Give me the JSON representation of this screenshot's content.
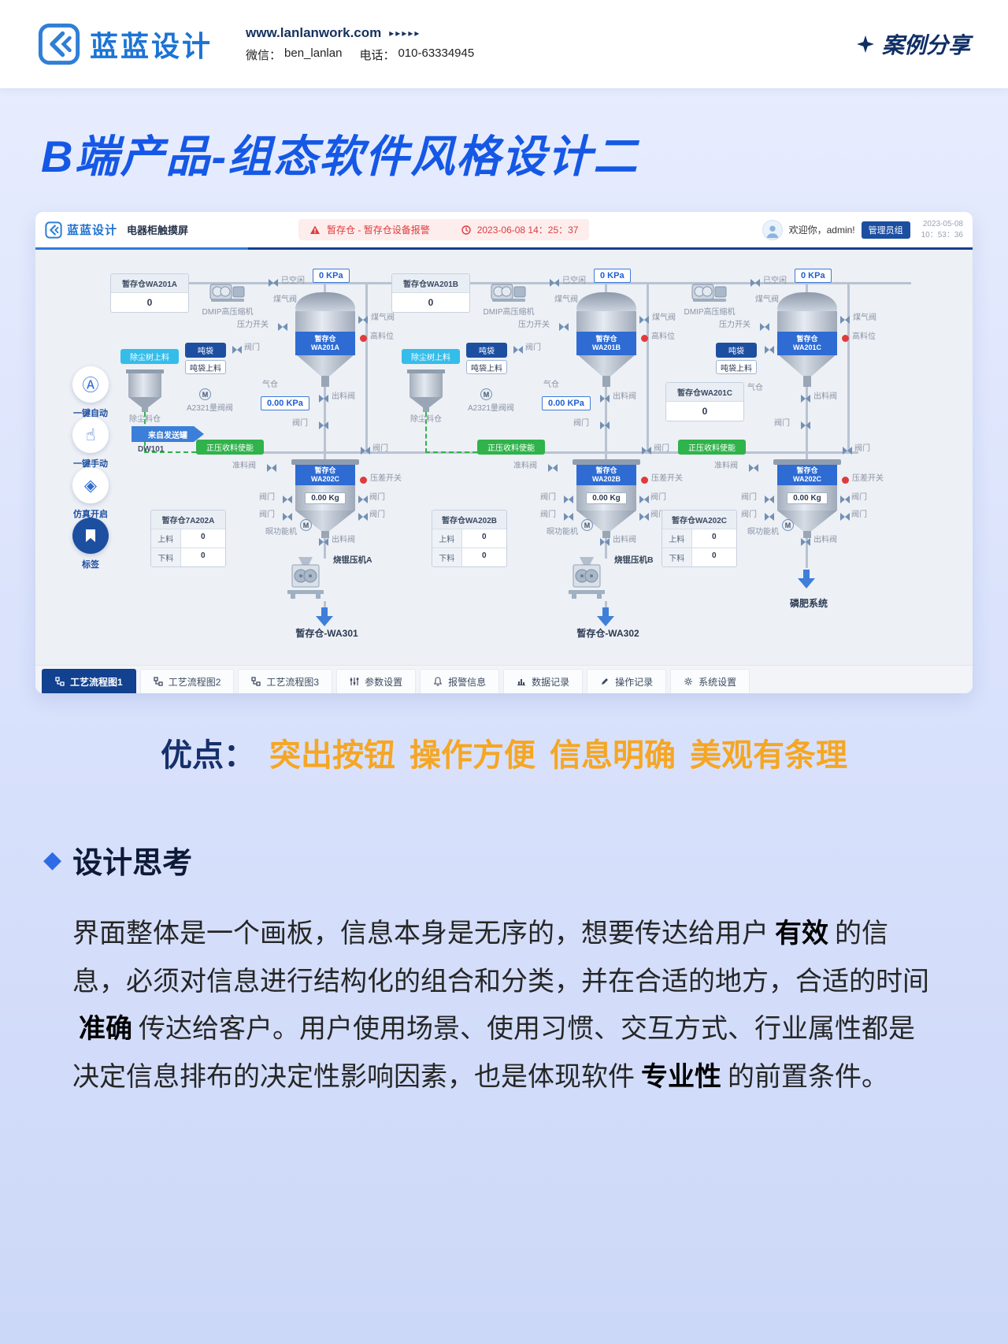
{
  "poster": {
    "header": {
      "logo_text": "蓝蓝设计",
      "website": "www.lanlanwork.com",
      "arrows": "▸▸▸▸▸",
      "wechat_label": "微信：",
      "wechat_value": "ben_lanlan",
      "phone_label": "电话：",
      "phone_value": "010-63334945",
      "case_share": "案例分享"
    },
    "title": "B端产品-组态软件风格设计二",
    "advantages": {
      "label": "优点：",
      "items": [
        "突出按钮",
        "操作方便",
        "信息明确",
        "美观有条理"
      ]
    },
    "thinking": {
      "bullet": "◆",
      "heading": "设计思考",
      "p1": "界面整体是一个画板，信息本身是无序的，想要传达给用户",
      "b1": "有效",
      "p2": "的信息，必须对信息进行结构化的组合和分类，并在合适的地方，合适的时间",
      "b2": "准确",
      "p3": "传达给客户。用户使用场景、使用习惯、交互方式、行业属性都是决定信息排布的决定性影响因素，也是体现软件",
      "b3": "专业性",
      "p4": "的前置条件。"
    }
  },
  "scada": {
    "header": {
      "logo_text": "蓝蓝设计",
      "app_title": "电器柜触摸屏",
      "alarm_text": "暂存仓 - 暂存仓设备报警",
      "alarm_time": "2023-06-08  14：25：37",
      "welcome": "欢迎你，admin!",
      "role": "管理员组",
      "date": "2023-05-08",
      "time": "10：53：36"
    },
    "sidebar": [
      {
        "icon": "Ⓐ",
        "label": "一键自动"
      },
      {
        "icon": "☝",
        "label": "一键手动"
      },
      {
        "icon": "◈",
        "label": "仿真开启"
      },
      {
        "icon": "",
        "label": "标签"
      }
    ],
    "tabs": [
      {
        "label": "工艺流程图1"
      },
      {
        "label": "工艺流程图2"
      },
      {
        "label": "工艺流程图3"
      },
      {
        "label": "参数设置"
      },
      {
        "label": "报警信息"
      },
      {
        "label": "数据记录"
      },
      {
        "label": "操作记录"
      },
      {
        "label": "系统设置"
      }
    ],
    "common": {
      "zero": "0",
      "motor_m": "M",
      "idle": "已空闲",
      "kpa0": "0 KPa",
      "kpa000": "0.00 KPa",
      "kg000": "0.00 Kg",
      "gas_valve": "煤气阀",
      "compressor": "DMIP高压缩机",
      "pressure_switch": "压力开关",
      "high_level": "高料位",
      "dust_feed": "除尘树上料",
      "ton_bag": "吨袋",
      "ton_bag_feed": "吨袋上料",
      "valve": "阀门",
      "air_bin": "气仓",
      "out_valve": "出料阀",
      "dust_bin": "除尘料仓",
      "meter_valve": "A2321量阀阀",
      "pos_pressure": "正压收料使能",
      "ready_valve": "准料阀",
      "diff_switch": "压差开关",
      "motor": "暝功能机",
      "feed_up": "上料",
      "feed_down": "下料",
      "from_tank": "来自发送罐",
      "tank_id": "DW101"
    },
    "columns": [
      {
        "bin_card_title": "暂存仓WA201A",
        "silo_top_name": "暂存仓",
        "silo_top_id": "WA201A",
        "silo_bottom_name": "暂存仓",
        "silo_bottom_id": "WA202C",
        "lower_card_title": "暂存仓7A202A",
        "press_label": "烧锟压机A",
        "bottom_label": "暂存仓-WA301"
      },
      {
        "bin_card_title": "暂存仓WA201B",
        "silo_top_name": "暂存仓",
        "silo_top_id": "WA201B",
        "silo_bottom_name": "暂存仓",
        "silo_bottom_id": "WA202B",
        "lower_card_title": "暂存仓WA202B",
        "press_label": "烧锟压机B",
        "bottom_label": "暂存仓-WA302"
      },
      {
        "bin_card_title": "暂存仓WA201C",
        "silo_top_name": "暂存仓",
        "silo_top_id": "WA201C",
        "silo_bottom_name": "暂存仓",
        "silo_bottom_id": "WA202C",
        "lower_card_title": "暂存仓WA202C",
        "press_label": "",
        "bottom_label": "磷肥系统"
      }
    ]
  }
}
